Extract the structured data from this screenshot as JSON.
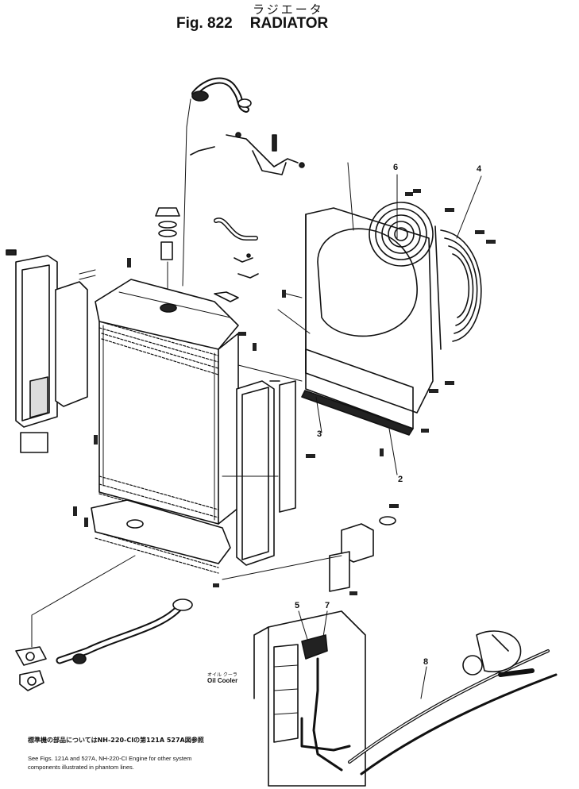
{
  "header": {
    "title_japanese": "ラジエータ",
    "fig_label": "Fig. 822",
    "title": "RADIATOR"
  },
  "callouts": [
    "2",
    "3",
    "4",
    "5",
    "6",
    "7",
    "8"
  ],
  "labels": {
    "oil_cooler_japanese": "オイル クーラ",
    "oil_cooler": "Oil Cooler"
  },
  "footnote": {
    "japanese": "標準機の部品についてはNH-220-CIの第121A 527A図参照",
    "english": "See Figs. 121A and 527A, NH-220-CI Engine for other system components illustrated in phantom lines."
  }
}
